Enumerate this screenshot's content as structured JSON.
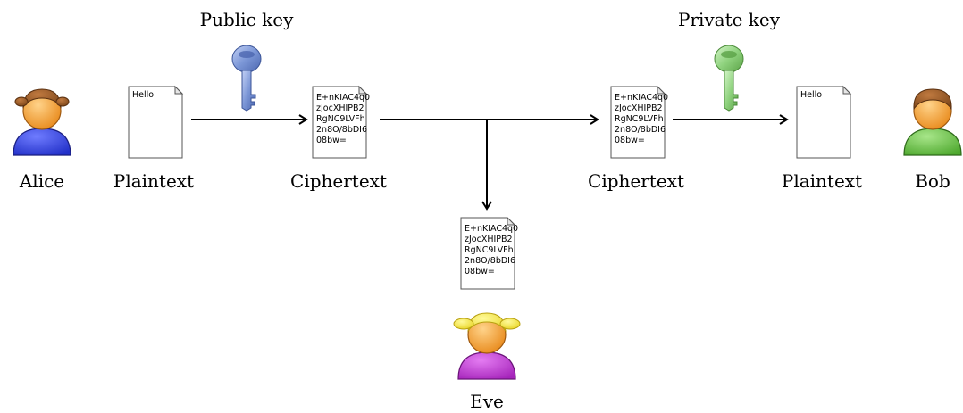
{
  "labels": {
    "alice": "Alice",
    "plaintext_left": "Plaintext",
    "ciphertext_left": "Ciphertext",
    "ciphertext_right": "Ciphertext",
    "plaintext_right": "Plaintext",
    "bob": "Bob",
    "eve": "Eve",
    "public_key": "Public key",
    "private_key": "Private key"
  },
  "documents": {
    "plaintext_content": "Hello",
    "ciphertext_lines": [
      "E+nKIAC4q0",
      "zJocXHIPB2",
      "RgNC9LVFh",
      "2n8O/8bDI6",
      "08bw="
    ]
  },
  "colors": {
    "alice_shirt": "#3a48e6",
    "bob_shirt": "#6fc24a",
    "eve_shirt": "#c23ad8",
    "skin": "#f0a030",
    "dark_hair": "#9a5a2a",
    "blonde_hair": "#f5e642",
    "public_key": "#7b96d6",
    "private_key": "#8fd27e"
  },
  "icons": {
    "alice": "person-icon",
    "bob": "person-icon",
    "eve": "person-icon",
    "public_key": "key-icon",
    "private_key": "key-icon",
    "document": "document-icon"
  }
}
